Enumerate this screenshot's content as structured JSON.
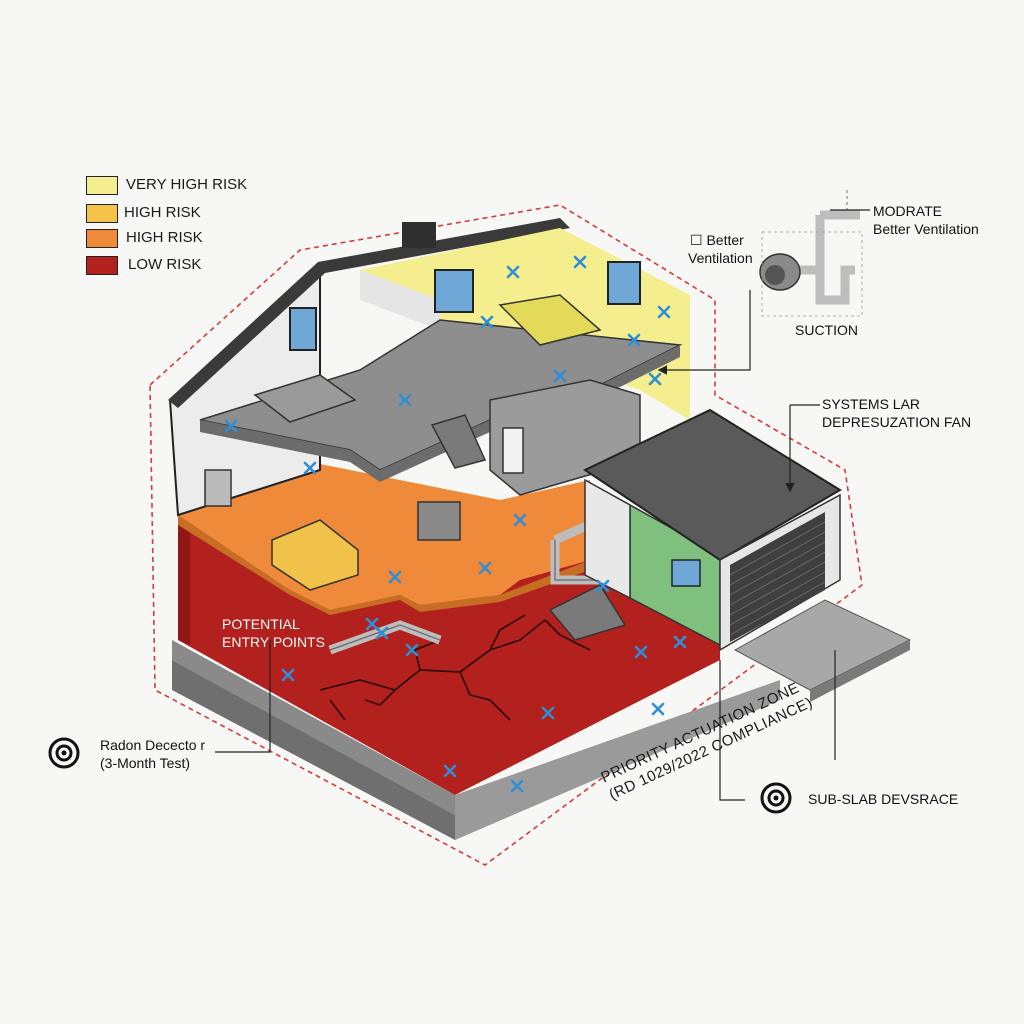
{
  "legend": {
    "items": [
      {
        "label": "VERY HIGH RISK",
        "color": "#f5ee8e"
      },
      {
        "label": "HIGH RISK",
        "color": "#f6c34a"
      },
      {
        "label": "HIGH RISK",
        "color": "#ee8a3a"
      },
      {
        "label": "LOW RISK",
        "color": "#b3211e"
      }
    ]
  },
  "labels": {
    "checkbox_mark": "☐",
    "better_ventilation_line1": "Better",
    "better_ventilation_line2": "Ventilation",
    "modrate": "MODRATE",
    "modrate_sub": "Better Ventilation",
    "suction": "SUCTION",
    "fan_line1": "SYSTEMS LAR",
    "fan_line2": "DEPRESUZATION FAN",
    "entry_line1": "POTENTIAL",
    "entry_line2": "ENTRY POINTS",
    "detector_line1": "Radon Dececto r",
    "detector_line2": "(3-Month Test)",
    "priority_line1": "PRIORITY ACTUATION ZONE",
    "priority_line2": "(RD 1029/2022 COMPLIANCE)",
    "subslab": "SUB-SLAB DEVSRACE"
  },
  "colors": {
    "upper_floor": "#f5ee8e",
    "ground_floor": "#ee8a3a",
    "basement": "#b3211e",
    "annex": "#7fc07f",
    "marker": "#2e8fd8",
    "zone_border": "#d63a3a"
  },
  "icons": {
    "detector": "radon-detector-icon",
    "subslab": "sub-slab-target-icon",
    "marker": "x-marker-icon",
    "fan": "depressurization-fan-icon"
  }
}
